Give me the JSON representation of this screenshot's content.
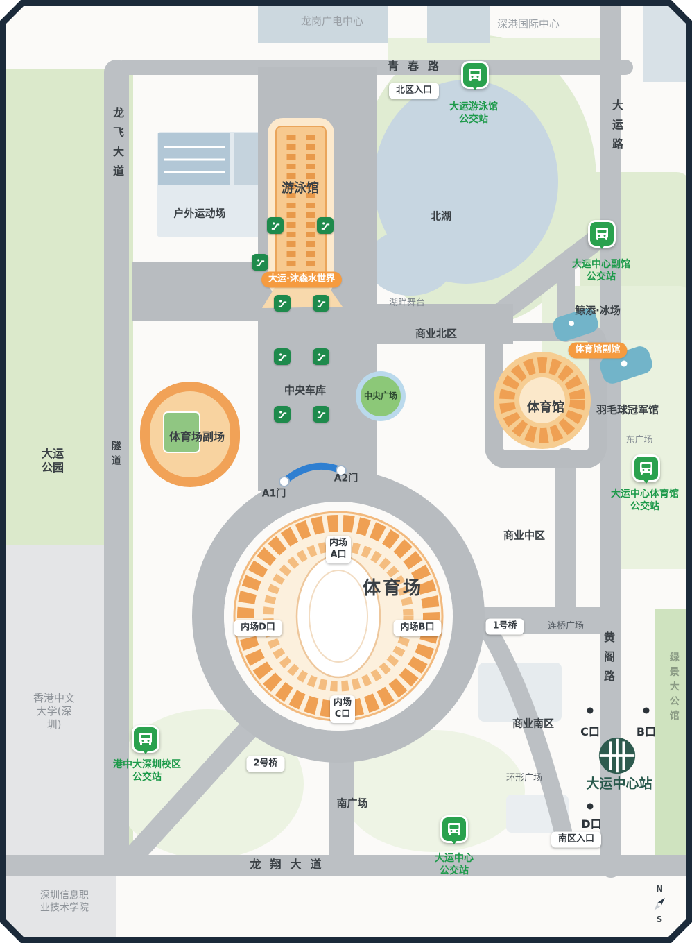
{
  "colors": {
    "frame_navy": "#1b2a3a",
    "park_green": "#dbe9cb",
    "water_blue": "#c7d6e1",
    "road_gray": "#bcc0c4",
    "venue_orange": "#efa053",
    "bus_green": "#2aa14e",
    "bus_text_green": "#1d9a4a",
    "metro_green": "#2d5a4e"
  },
  "landmarks": {
    "longgang_tv_center": "龙岗广电中心",
    "shengang_intl_center": "深港国际中心",
    "north_entrance": "北区入口",
    "outdoor_sports_field": "户外运动场",
    "swimming_hall": "游泳馆",
    "north_lake": "北湖",
    "water_world": "大运·沐森水世界",
    "lakeside_stage": "湖畔舞台",
    "business_north": "商业北区",
    "ice_rink": "鲸添·冰场",
    "gym_annex": "体育馆副馆",
    "gymnasium": "体育馆",
    "badminton_hall": "羽毛球冠军馆",
    "east_plaza": "东广场",
    "central_garage": "中央车库",
    "central_plaza": "中央广场",
    "stadium_annex": "体育场副场",
    "dayun_park": "大运公园",
    "tunnel": "隧道",
    "gate_a1": "A1门",
    "gate_a2": "A2门",
    "stadium": "体育场",
    "infield_a": "内场A口",
    "infield_b": "内场B口",
    "infield_c": "内场C口",
    "infield_d": "内场D口",
    "bridge_1": "1号桥",
    "bridge_2": "2号桥",
    "bridge_plaza": "连桥广场",
    "business_mid": "商业中区",
    "business_south": "商业南区",
    "cuhk_shenzhen": "香港中文大学(深圳)",
    "south_plaza": "南广场",
    "ring_plaza": "环形广场",
    "south_entrance": "南区入口",
    "sz_info_college": "深圳信息职业技术学院"
  },
  "roads": {
    "qingchun_road": "青春路",
    "dayun_road": "大运路",
    "longfei_avenue": "龙飞大道",
    "huangge_road": "黄阁路",
    "longxiang_avenue": "龙翔大道",
    "lvjing_mansion": "绿景大公馆"
  },
  "bus_stops": [
    {
      "line1": "大运游泳馆",
      "line2": "公交站"
    },
    {
      "line1": "大运中心副馆",
      "line2": "公交站"
    },
    {
      "line1": "大运中心体育馆",
      "line2": "公交站"
    },
    {
      "line1": "港中大深圳校区",
      "line2": "公交站"
    },
    {
      "line1": "大运中心",
      "line2": "公交站"
    }
  ],
  "metro": {
    "station_name": "大运中心站",
    "exit_c": "C口",
    "exit_b": "B口",
    "exit_d": "D口"
  },
  "compass": {
    "north": "N",
    "south": "S"
  }
}
